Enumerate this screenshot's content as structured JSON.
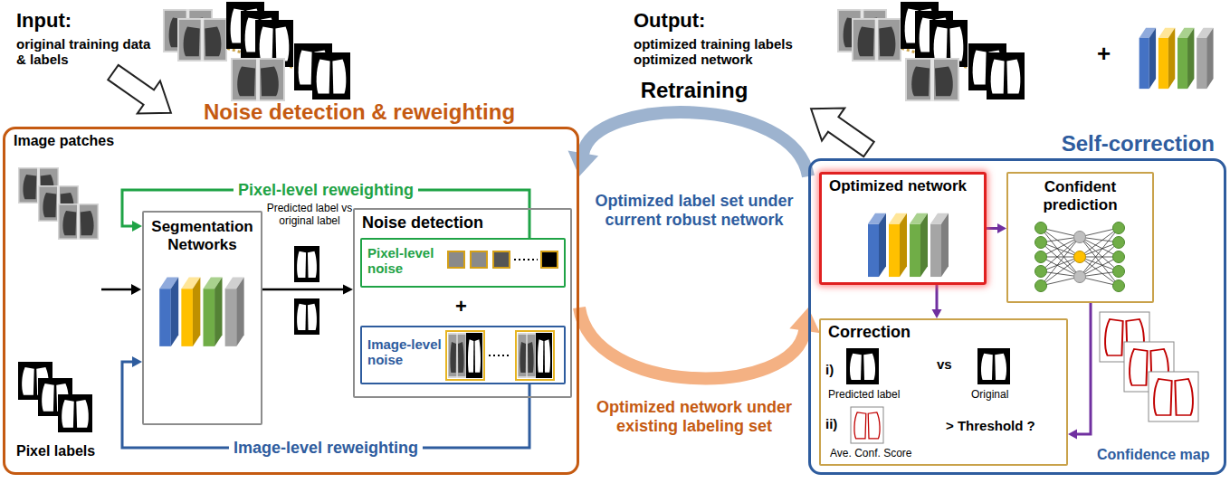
{
  "diagram": {
    "nodes": [
      {
        "text": [
          "Noise detection & reweighting"
        ]
      },
      {
        "text": [
          "Segmentation Networks"
        ],
        "in": 0
      },
      {
        "text": [
          "Noise detection"
        ],
        "in": 0
      },
      {
        "text": [
          "Pixel-level noise"
        ],
        "in": 2
      },
      {
        "text": [
          "Image-level noise"
        ],
        "in": 2
      },
      {
        "text": [
          "Self-correction"
        ]
      },
      {
        "text": [
          "Optimized network"
        ],
        "in": 5
      },
      {
        "text": [
          "Confident prediction"
        ],
        "in": 5
      },
      {
        "text": [
          "Correction",
          "i)",
          "Predicted label",
          "vs",
          "Original",
          "ii)",
          "Ave. Conf. Score",
          "> Threshold ?"
        ],
        "in": 5
      }
    ],
    "edges": [
      {
        "from": 1,
        "to": 2,
        "arrow": "to"
      },
      {
        "from": 3,
        "to": 1,
        "label": "Pixel-level reweighting",
        "arrow": "to"
      },
      {
        "from": 4,
        "to": 1,
        "label": "Image-level reweighting",
        "arrow": "to"
      },
      {
        "from": 5,
        "to": 0,
        "arrow": "to"
      },
      {
        "from": 0,
        "to": 5,
        "arrow": "to"
      },
      {
        "from": 6,
        "to": 7,
        "arrow": "to"
      },
      {
        "from": 6,
        "to": 8,
        "arrow": "to"
      },
      {
        "from": 7,
        "to": 8,
        "arrow": "to"
      }
    ],
    "labels": [
      "Input:",
      "original training data & labels",
      "Output:",
      "optimized training labels optimized network",
      "Image patches",
      "Pixel labels",
      "Predicted label vs original label",
      "+",
      "Retraining",
      "Optimized label set under current robust network",
      "Optimized network under existing labeling set",
      "+",
      "Confidence map"
    ]
  }
}
